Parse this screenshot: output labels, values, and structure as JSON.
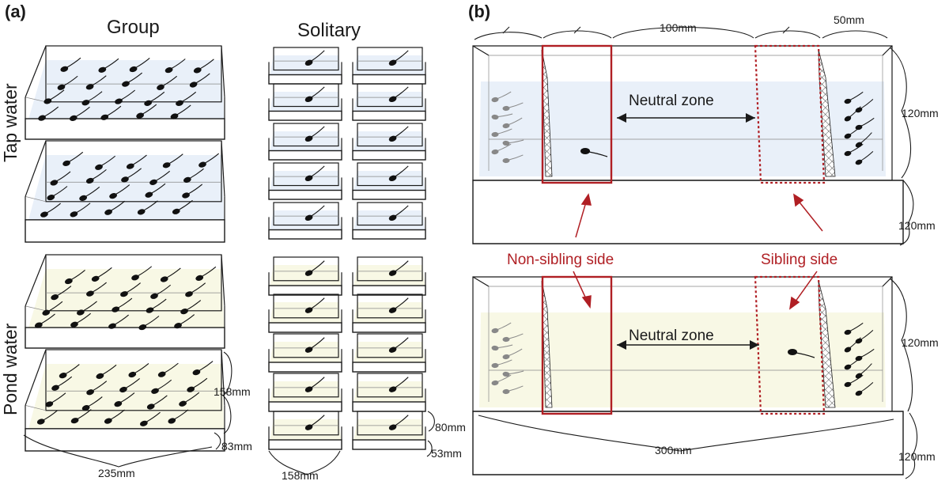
{
  "panel_a": {
    "label": "(a)",
    "group_title": "Group",
    "solitary_title": "Solitary",
    "row_tap": "Tap water",
    "row_pond": "Pond water",
    "dims": {
      "group_height": "158mm",
      "group_depth": "83mm",
      "group_length": "235mm",
      "sol_height": "80mm",
      "sol_depth": "53mm",
      "sol_length": "158mm"
    }
  },
  "panel_b": {
    "label": "(b)",
    "dim_top_center": "100mm",
    "dim_top_right": "50mm",
    "neutral_zone": "Neutral zone",
    "non_sibling_side": "Non-sibling side",
    "sibling_side": "Sibling side",
    "dims": {
      "h_top_1": "120mm",
      "h_top_2": "120mm",
      "h_bot_1": "120mm",
      "h_bot_2": "120mm",
      "length": "300mm"
    }
  },
  "colors": {
    "tap_water": "#e9f0f9",
    "pond_water": "#f8f8e5",
    "accent": "#b01f24",
    "ink": "#1a1a1a"
  }
}
